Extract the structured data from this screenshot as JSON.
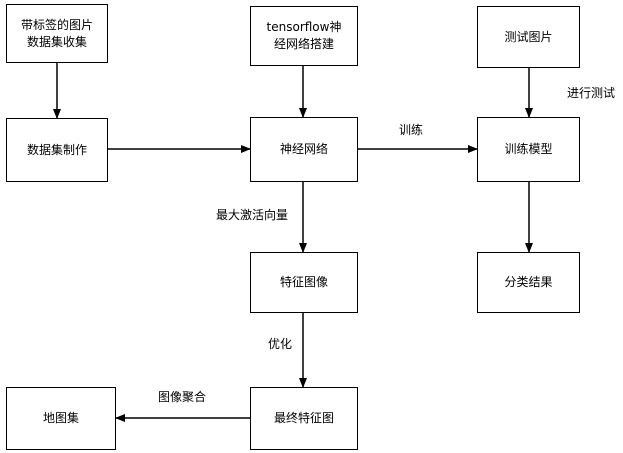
{
  "nodes": {
    "dataset_collect": "带标签的图片\n数据集收集",
    "tf_build": "tensorflow神\n经网络搭建",
    "test_images": "测试图片",
    "dataset_make": "数据集制作",
    "neural_net": "神经网络",
    "train_model": "训练模型",
    "feature_image": "特征图像",
    "classify_result": "分类结果",
    "atlas": "地图集",
    "final_feature": "最终特征图"
  },
  "edge_labels": {
    "train": "训练",
    "run_test": "进行测试",
    "max_activation": "最大激活向量",
    "optimize": "优化",
    "image_aggregate": "图像聚合"
  }
}
